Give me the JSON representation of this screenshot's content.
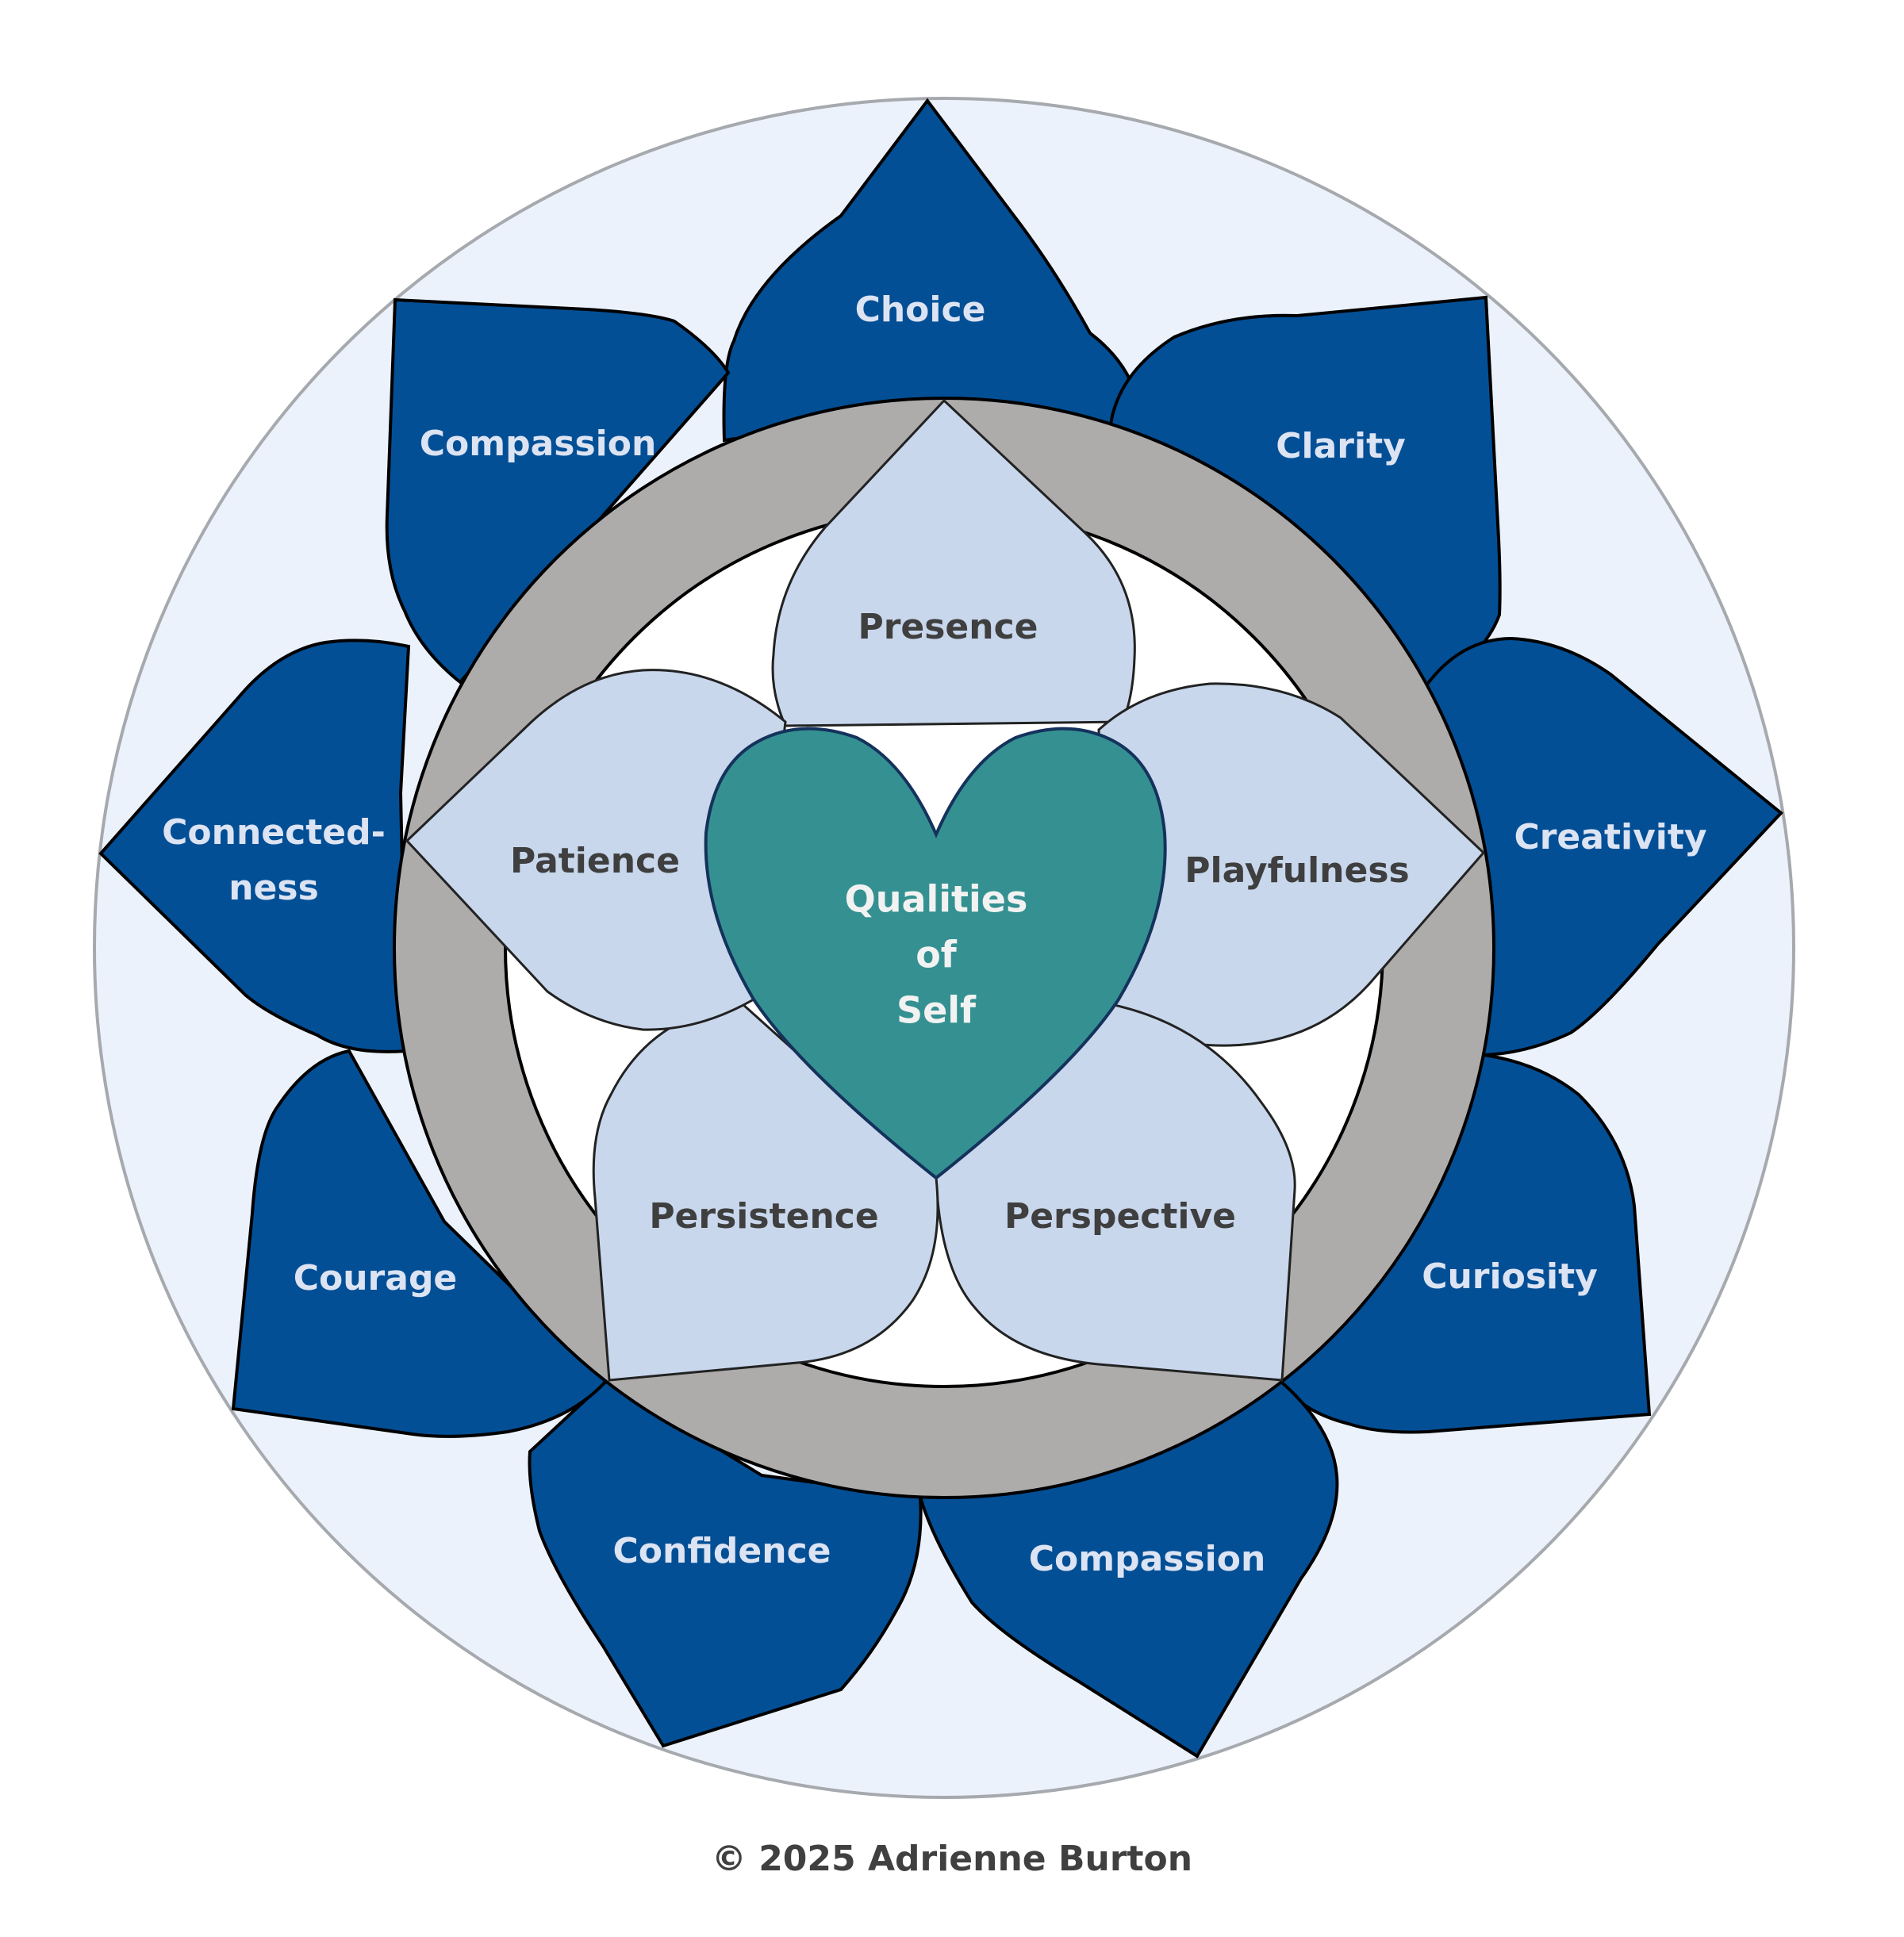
{
  "colors": {
    "background": "#ffffff",
    "outer_circle_fill": "#ECF2FB",
    "outer_circle_stroke": "#A6A9AE",
    "outer_petal_fill": "#034F96",
    "outer_petal_text": "#DCE3F2",
    "ring_fill": "#AEABAB",
    "inner_disc_fill": "#ffffff",
    "inner_petal_fill": "#C8D7EC",
    "inner_petal_text": "#3F3F3F",
    "heart_fill": "#359191",
    "heart_stroke": "#14325C",
    "heart_text": "#F2F2F2",
    "copyright_text": "#404040"
  },
  "outer_petals": [
    {
      "id": "choice",
      "label": "Choice"
    },
    {
      "id": "clarity",
      "label": "Clarity"
    },
    {
      "id": "creativity",
      "label": "Creativity"
    },
    {
      "id": "curiosity",
      "label": "Curiosity"
    },
    {
      "id": "compassion-bottom",
      "label": "Compassion"
    },
    {
      "id": "confidence",
      "label": "Confidence"
    },
    {
      "id": "courage",
      "label": "Courage"
    },
    {
      "id": "connectedness",
      "label": "Connected-",
      "label2": "ness"
    },
    {
      "id": "compassion-top",
      "label": "Compassion"
    }
  ],
  "inner_petals": [
    {
      "id": "presence",
      "label": "Presence"
    },
    {
      "id": "playfulness",
      "label": "Playfulness"
    },
    {
      "id": "perspective",
      "label": "Perspective"
    },
    {
      "id": "persistence",
      "label": "Persistence"
    },
    {
      "id": "patience",
      "label": "Patience"
    }
  ],
  "heart": {
    "lines": [
      "Qualities",
      "of",
      "Self"
    ]
  },
  "copyright": "© 2025 Adrienne Burton"
}
